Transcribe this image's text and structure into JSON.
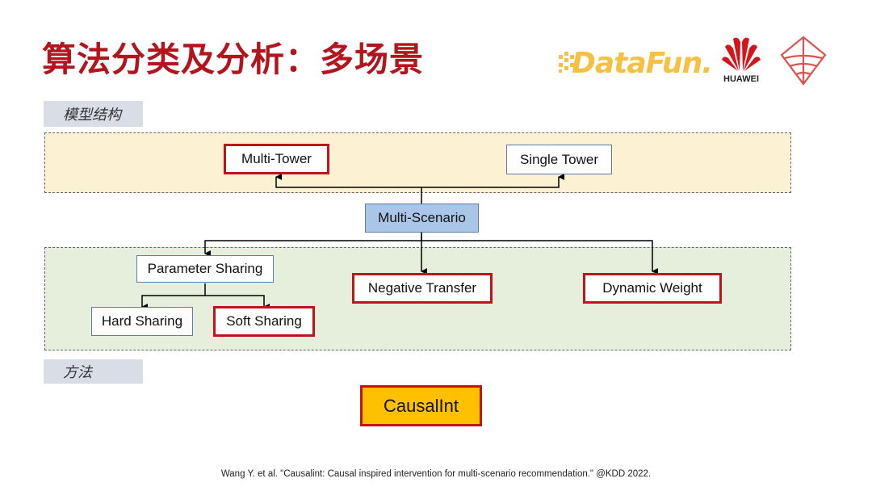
{
  "title": "算法分类及分析：多场景",
  "logos": {
    "datafun": "DataFun.",
    "huawei": "HUAWEI"
  },
  "sections": {
    "structure": "模型结构",
    "method": "方法"
  },
  "nodes": {
    "multi_tower": "Multi-Tower",
    "single_tower": "Single Tower",
    "multi_scenario": "Multi-Scenario",
    "parameter_sharing": "Parameter Sharing",
    "hard_sharing": "Hard Sharing",
    "soft_sharing": "Soft Sharing",
    "negative_transfer": "Negative Transfer",
    "dynamic_weight": "Dynamic Weight",
    "causalint": "CausalInt"
  },
  "citation": "Wang Y. et al. \"Causalint: Causal inspired intervention for multi-scenario recommendation.\" @KDD 2022."
}
